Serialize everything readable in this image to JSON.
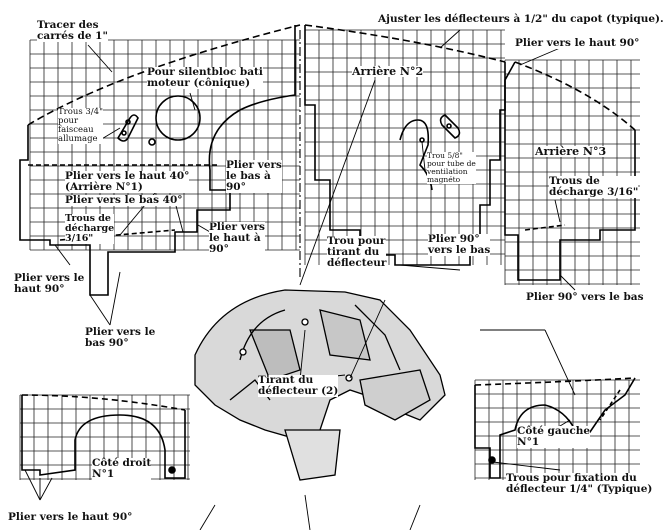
{
  "labels": {
    "tracer": "Tracer des\ncarrés de 1\"",
    "ajuster": "Ajuster les déflecteurs à 1/2\" du capot (typique).",
    "plier_haut_90_top": "Plier vers le haut 90°",
    "silentbloc": "Pour silentbloc bati\nmoteur (cônique)",
    "arriere2": "Arrière N°2",
    "trous34": "Trous 3/4\"\npour\nfaisceau\nallumage",
    "arriere3": "Arrière N°3",
    "plier_bas_90": "Plier vers\nle bas à\n90°",
    "plier_haut_40": "Plier vers le haut 40°\n(Arrière N°1)",
    "plier_bas_40": "Plier vers le bas 40°",
    "trou58": "Trou 5/8\"\npour tube de\nventilation\nmagnéto",
    "trous_decharge_316_right": "Trous de\ndécharge 3/16\"",
    "trous_decharge_316_left": "Trous de\ndécharge\n3/16\"",
    "plier_haut_a_90": "Plier vers\nle haut à\n90°",
    "trou_tirant": "Trou pour\ntirant du\ndéflecteur",
    "plier_90_bas": "Plier 90°\nvers le bas",
    "plier_haut_90_left": "Plier vers le\nhaut 90°",
    "plier_90_vers_bas": "Plier 90° vers le bas",
    "plier_bas_90_b": "Plier vers le\nbas 90°",
    "tirant": "Tirant du\ndéflecteur (2)",
    "cote_gauche": "Côté gauche\nN°1",
    "cote_droit": "Côté droit\nN°1",
    "trous_fixation": "Trous pour fixation du\ndéflecteur 1/4\" (Typique)",
    "plier_haut_90_bottom": "Plier vers le haut 90°"
  }
}
